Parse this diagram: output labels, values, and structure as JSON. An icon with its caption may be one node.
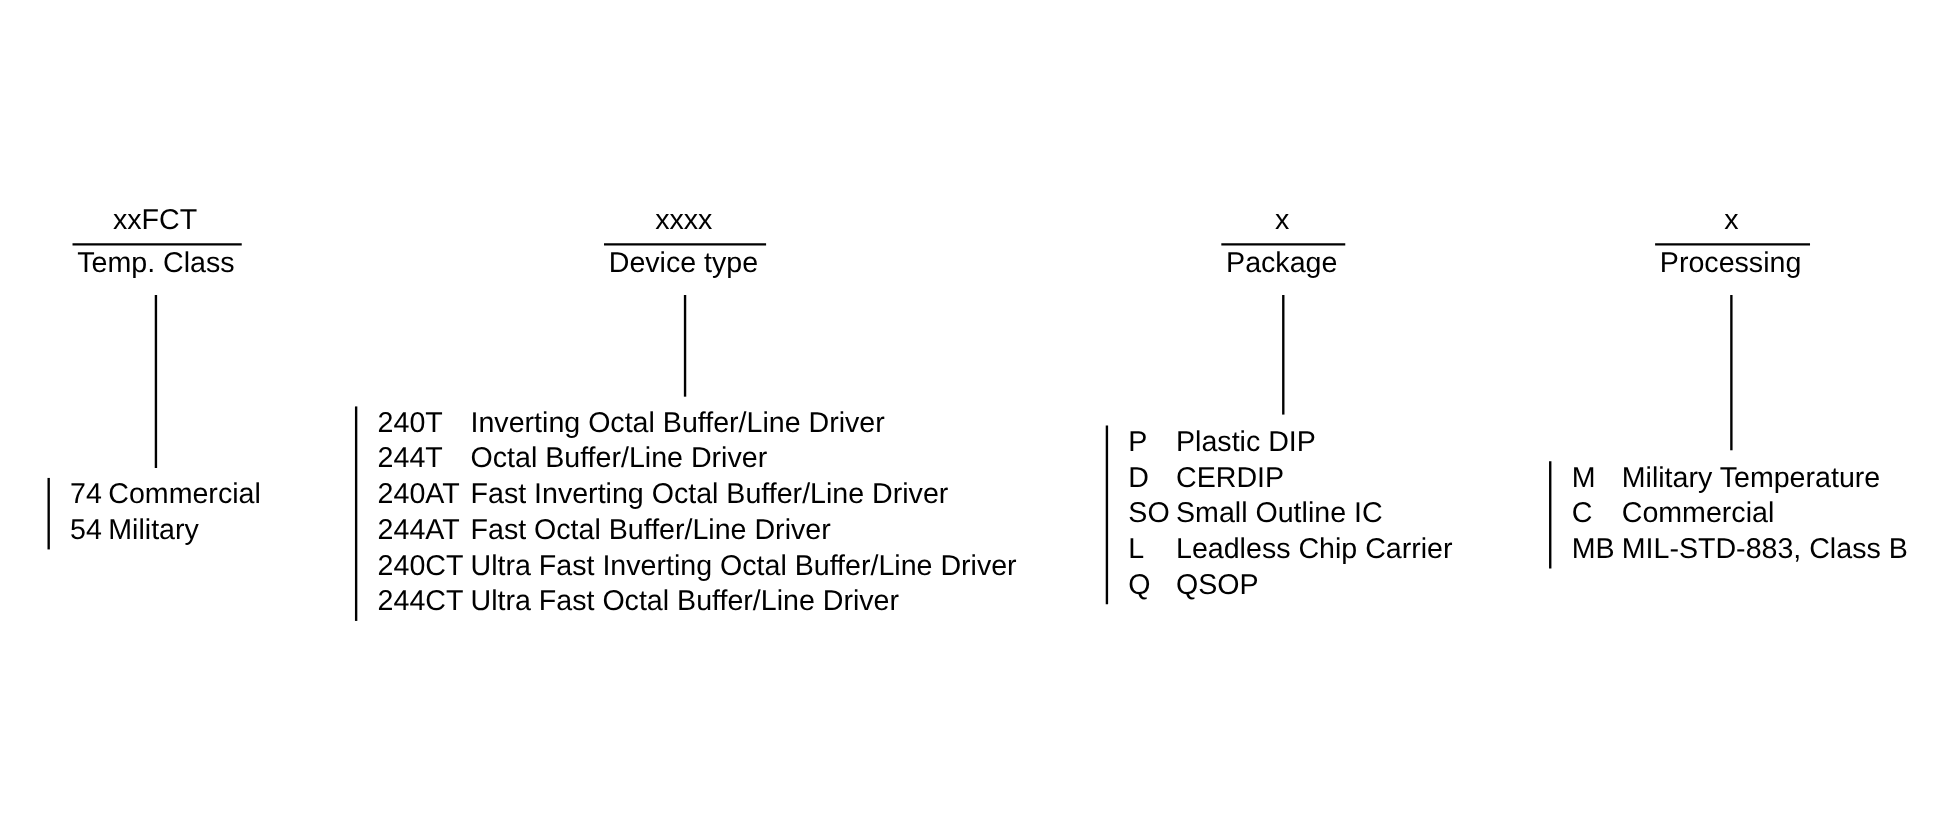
{
  "diagram": {
    "nodes": [
      {
        "text": [
          "xxFCT",
          "Temp. Class"
        ]
      },
      {
        "text": [
          "xxxx",
          "Device type"
        ]
      },
      {
        "text": [
          "x",
          "Package"
        ]
      },
      {
        "text": [
          "x",
          "Processing"
        ]
      },
      {
        "text": [
          "M",
          "Military Temperature",
          "C",
          "Commercial",
          "MB",
          "MIL-STD-883, Class B"
        ]
      },
      {
        "text": [
          "P",
          "Plastic DIP",
          "D",
          "CERDIP",
          "SO",
          "Small Outline IC",
          "L",
          "Leadless Chip Carrier",
          "Q",
          "QSOP"
        ]
      },
      {
        "text": [
          "240T",
          "Inverting Octal Buffer/Line Driver",
          "244T",
          "Octal Buffer/Line Driver",
          "240AT",
          "Fast Inverting Octal Buffer/Line Driver",
          "244AT",
          "Fast Octal Buffer/Line Driver",
          "240CT",
          "Ultra Fast Inverting Octal Buffer/Line Driver",
          "244CT",
          "Ultra Fast Octal Buffer/Line Driver"
        ]
      },
      {
        "text": [
          "74",
          "Commercial",
          "54",
          "Military"
        ]
      }
    ],
    "edges": [
      {
        "from": 0,
        "to": 7,
        "arrow": "none"
      },
      {
        "from": 1,
        "to": 6,
        "arrow": "none"
      },
      {
        "from": 2,
        "to": 5,
        "arrow": "none"
      },
      {
        "from": 3,
        "to": 4,
        "arrow": "none"
      }
    ]
  }
}
